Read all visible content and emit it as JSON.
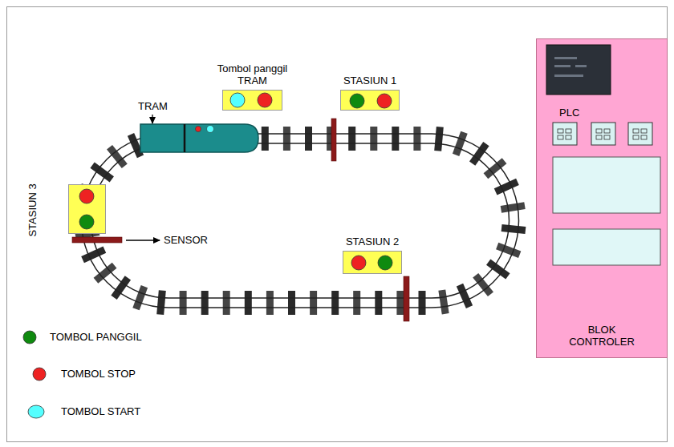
{
  "diagram": {
    "nodes": [
      {
        "text": [
          "Tombol panggil TRAM"
        ]
      },
      {
        "text": [
          "STASIUN 1"
        ]
      },
      {
        "text": [
          "STASIUN 3"
        ]
      },
      {
        "text": [
          "STASIUN 2"
        ]
      },
      {
        "text": [
          "BLOK CONTROLER"
        ]
      }
    ],
    "labels": [
      "TRAM",
      "SENSOR",
      "PLC"
    ],
    "legend": [
      {
        "text": "TOMBOL PANGGIL",
        "color": "#0f8a0f"
      },
      {
        "text": "TOMBOL STOP",
        "color": "#ee2222"
      },
      {
        "text": "TOMBOL START",
        "color": "#55ffff"
      }
    ]
  }
}
